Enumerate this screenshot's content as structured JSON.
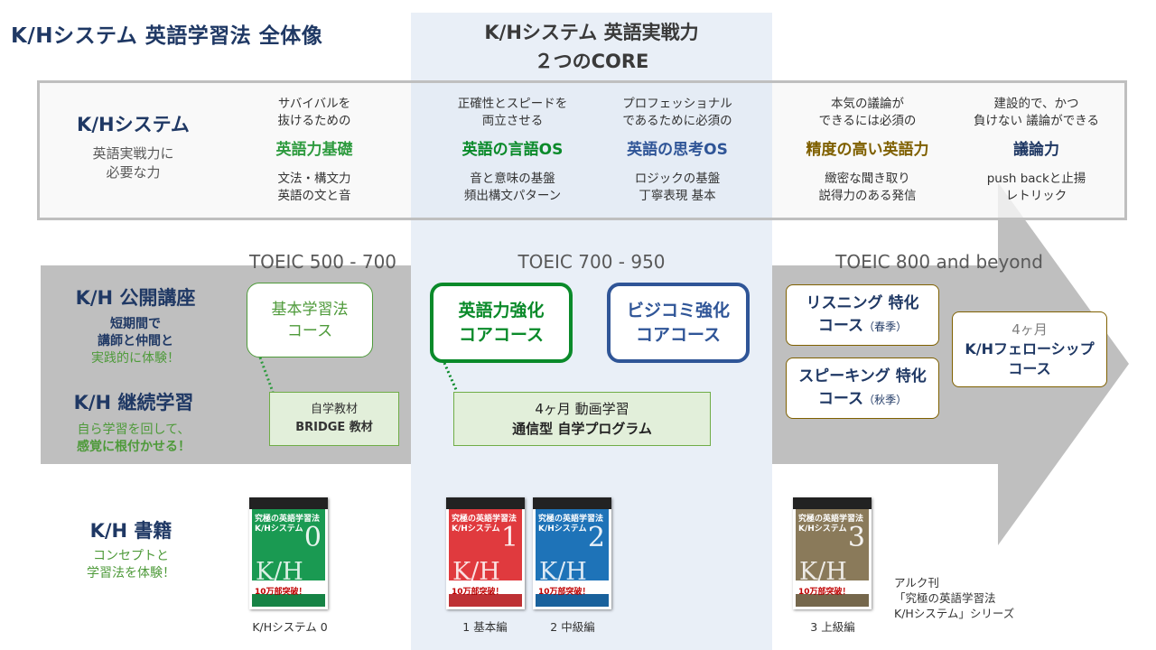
{
  "header": {
    "title": "K/Hシステム 英語学習法 全体像",
    "core_line1": "K/Hシステム 英語実戦力",
    "core_line2": "２つのCORE"
  },
  "skills_panel": {
    "label": "K/Hシステム",
    "sub_line1": "英語実戦力に",
    "sub_line2": "必要な力",
    "skills": [
      {
        "lead1": "サバイバルを",
        "lead2": "抜けるための",
        "name": "英語力基礎",
        "d1": "文法・構文力",
        "d2": "英語の文と音"
      },
      {
        "lead1": "正確性とスピードを",
        "lead2": "両立させる",
        "name": "英語の言語OS",
        "d1": "音と意味の基盤",
        "d2": "頻出構文パターン"
      },
      {
        "lead1": "プロフェッショナル",
        "lead2": "であるために必須の",
        "name": "英語の思考OS",
        "d1": "ロジックの基盤",
        "d2": "丁寧表現 基本"
      },
      {
        "lead1": "本気の議論が",
        "lead2": "できるには必須の",
        "name": "精度の高い英語力",
        "d1": "緻密な聞き取り",
        "d2": "説得力のある発信"
      },
      {
        "lead1": "建設的で、かつ",
        "lead2": "負けない 議論ができる",
        "name": "議論力",
        "d1": "push backと止揚",
        "d2": "レトリック"
      }
    ]
  },
  "toeic_levels": [
    "TOEIC 500 - 700",
    "TOEIC 700 - 950",
    "TOEIC 800 and beyond"
  ],
  "public_course": {
    "label": "K/H 公開講座",
    "sub1": "短期間で",
    "sub2": "講師と仲間と",
    "sub3": "実践的に体験！"
  },
  "continuous": {
    "label": "K/H 継続学習",
    "sub1": "自ら学習を回して、",
    "sub2": "感覚に根付かせる！"
  },
  "courses": {
    "basic": {
      "line1": "基本学習法",
      "line2": "コース"
    },
    "eigo": {
      "line1": "英語力強化",
      "line2": "コアコース"
    },
    "bizcomi": {
      "line1": "ビジコミ強化",
      "line2": "コアコース"
    },
    "listening": {
      "line1": "リスニング 特化",
      "line2": "コース",
      "season": "（春季）"
    },
    "speaking": {
      "line1": "スピーキング 特化",
      "line2": "コース",
      "season": "（秋季）"
    },
    "fellowship": {
      "line1": "4ヶ月",
      "line2": "K/Hフェローシップ",
      "line3": "コース"
    }
  },
  "materials": {
    "bridge": {
      "line1": "自学教材",
      "line2": "BRIDGE 教材"
    },
    "video": {
      "line1": "4ヶ月 動画学習",
      "line2": "通信型 自学プログラム"
    }
  },
  "books_section": {
    "label": "K/H 書籍",
    "sub1": "コンセプトと",
    "sub2": "学習法を体験！",
    "note1": "アルク刊",
    "note2": "「究極の英語学習法",
    "note3": "K/Hシステム」シリーズ",
    "books": [
      {
        "title1": "究極の英語学習法",
        "title2": "K/Hシステム",
        "number": "0",
        "band": "10万部突破！",
        "caption": "K/Hシステム 0",
        "color": "#1a9a52"
      },
      {
        "title1": "究極の英語学習法",
        "title2": "K/Hシステム",
        "number": "1",
        "band": "10万部突破！",
        "caption": "1 基本編",
        "color": "#e03a3e"
      },
      {
        "title1": "究極の英語学習法",
        "title2": "K/Hシステム",
        "number": "2",
        "band": "10万部突破！",
        "caption": "2 中級編",
        "color": "#1e73b8"
      },
      {
        "title1": "究極の英語学習法",
        "title2": "K/Hシステム",
        "number": "3",
        "band": "10万部突破！",
        "caption": "3 上級編",
        "color": "#8a7a5a"
      }
    ]
  },
  "colors": {
    "navy": "#1f3864",
    "green": "#2e9b3f",
    "dark_green": "#0a8a2a",
    "blue": "#2f5597",
    "brown": "#7f6000",
    "arrow_gray": "#bfbfbf",
    "core_bg": "#e9eff7"
  }
}
